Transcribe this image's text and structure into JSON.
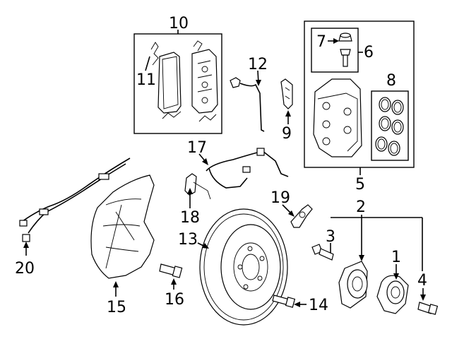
{
  "callouts": {
    "c1": "1",
    "c2": "2",
    "c3": "3",
    "c4": "4",
    "c5": "5",
    "c6": "6",
    "c7": "7",
    "c8": "8",
    "c9": "9",
    "c10": "10",
    "c11": "11",
    "c12": "12",
    "c13": "13",
    "c14": "14",
    "c15": "15",
    "c16": "16",
    "c17": "17",
    "c18": "18",
    "c19": "19",
    "c20": "20"
  },
  "parts": [
    {
      "callout": "1",
      "icon": "wheel-hub-icon"
    },
    {
      "callout": "2",
      "icon": "hub-bearing-icon"
    },
    {
      "callout": "3",
      "icon": "wheel-stud-icon"
    },
    {
      "callout": "4",
      "icon": "hub-bolt-icon"
    },
    {
      "callout": "5",
      "icon": "caliper-assembly-icon"
    },
    {
      "callout": "6",
      "icon": "bleeder-screw-icon"
    },
    {
      "callout": "7",
      "icon": "bleeder-cap-icon"
    },
    {
      "callout": "8",
      "icon": "seal-kit-icon"
    },
    {
      "callout": "9",
      "icon": "clip-icon"
    },
    {
      "callout": "10",
      "icon": "brake-pad-kit-icon"
    },
    {
      "callout": "11",
      "icon": "pad-spring-icon"
    },
    {
      "callout": "12",
      "icon": "wear-sensor-icon"
    },
    {
      "callout": "13",
      "icon": "brake-rotor-icon"
    },
    {
      "callout": "14",
      "icon": "rotor-bolt-icon"
    },
    {
      "callout": "15",
      "icon": "splash-shield-icon"
    },
    {
      "callout": "16",
      "icon": "shield-bolt-icon"
    },
    {
      "callout": "17",
      "icon": "brake-hose-icon"
    },
    {
      "callout": "18",
      "icon": "hose-bracket-icon"
    },
    {
      "callout": "19",
      "icon": "bleeder-fitting-icon"
    },
    {
      "callout": "20",
      "icon": "abs-sensor-icon"
    }
  ]
}
